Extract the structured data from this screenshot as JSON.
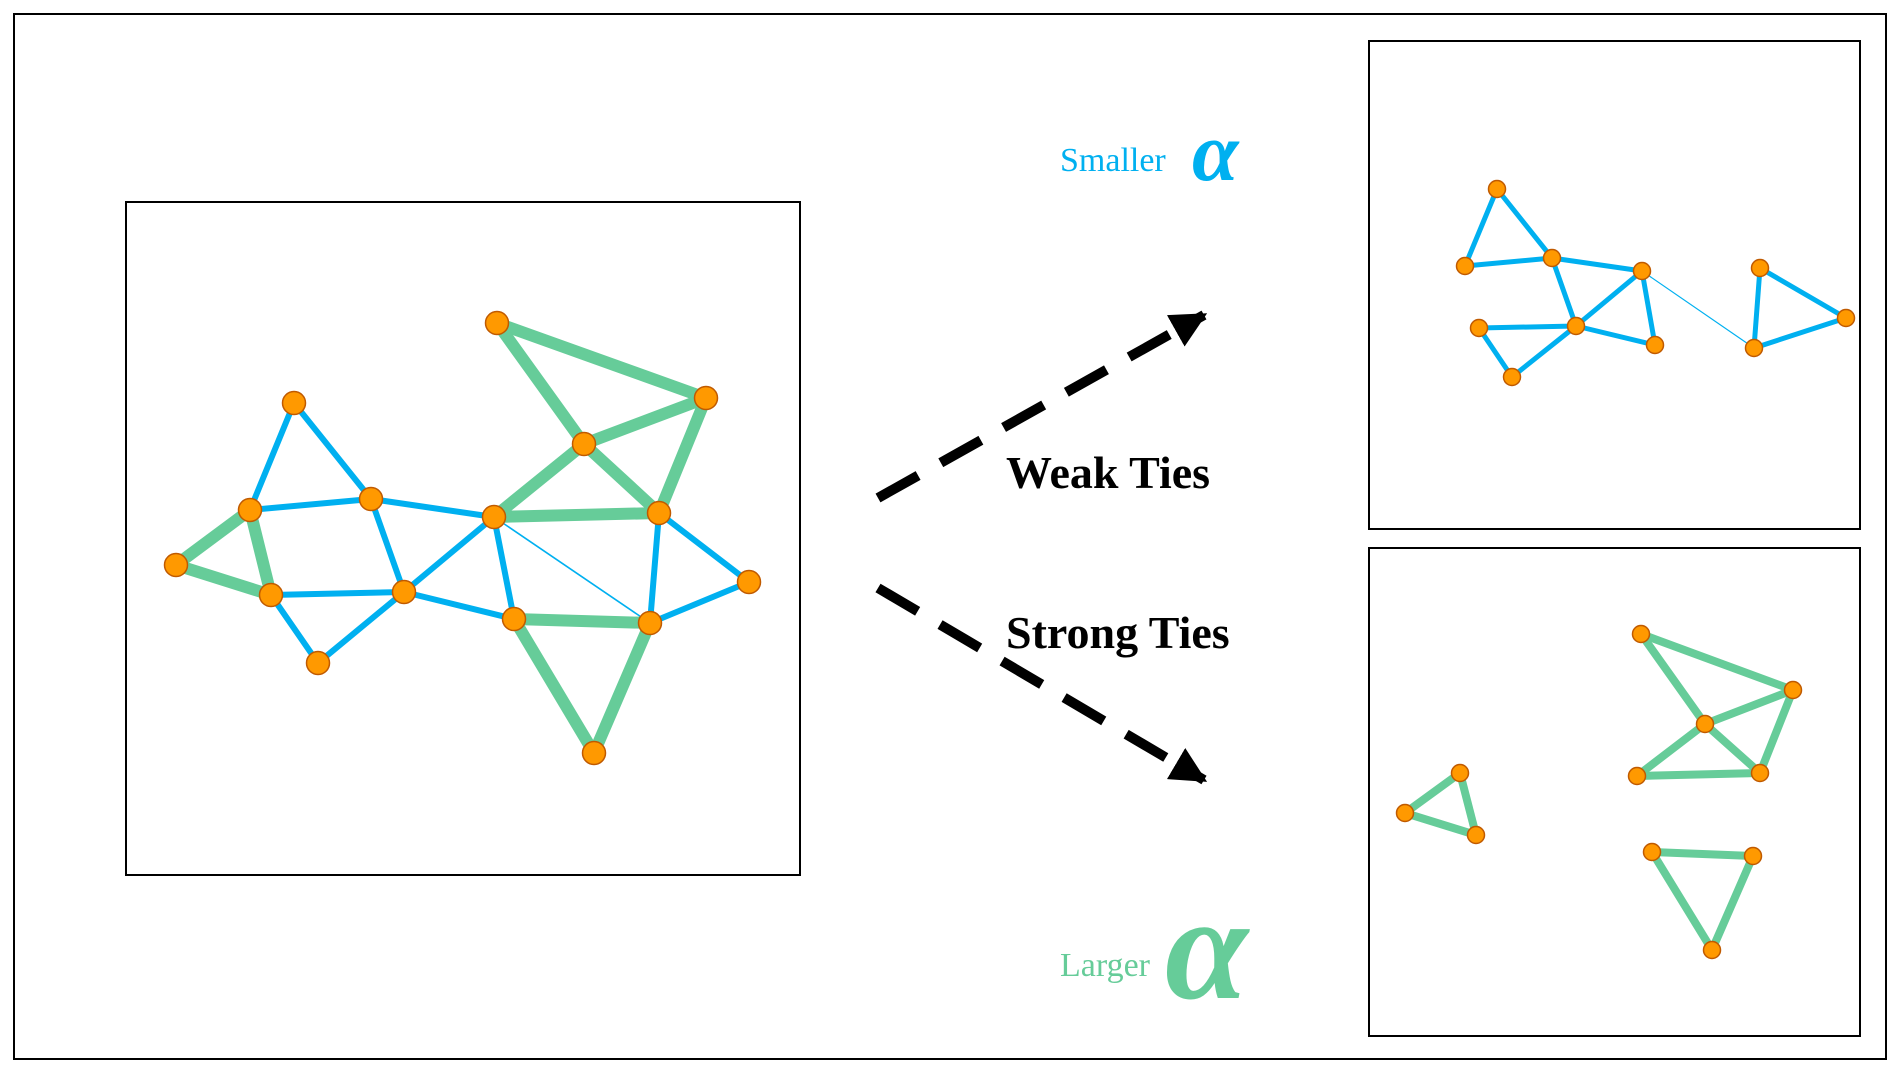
{
  "colors": {
    "weak_tie": "#00B0F0",
    "strong_tie": "#66CC99",
    "node_fill": "#FF9900",
    "node_stroke": "#C05A00",
    "arrow": "#000000",
    "frame": "#000000"
  },
  "labels": {
    "weak_ties": "Weak Ties",
    "strong_ties": "Strong Ties",
    "smaller": "Smaller",
    "larger": "Larger",
    "alpha": "α"
  }
}
